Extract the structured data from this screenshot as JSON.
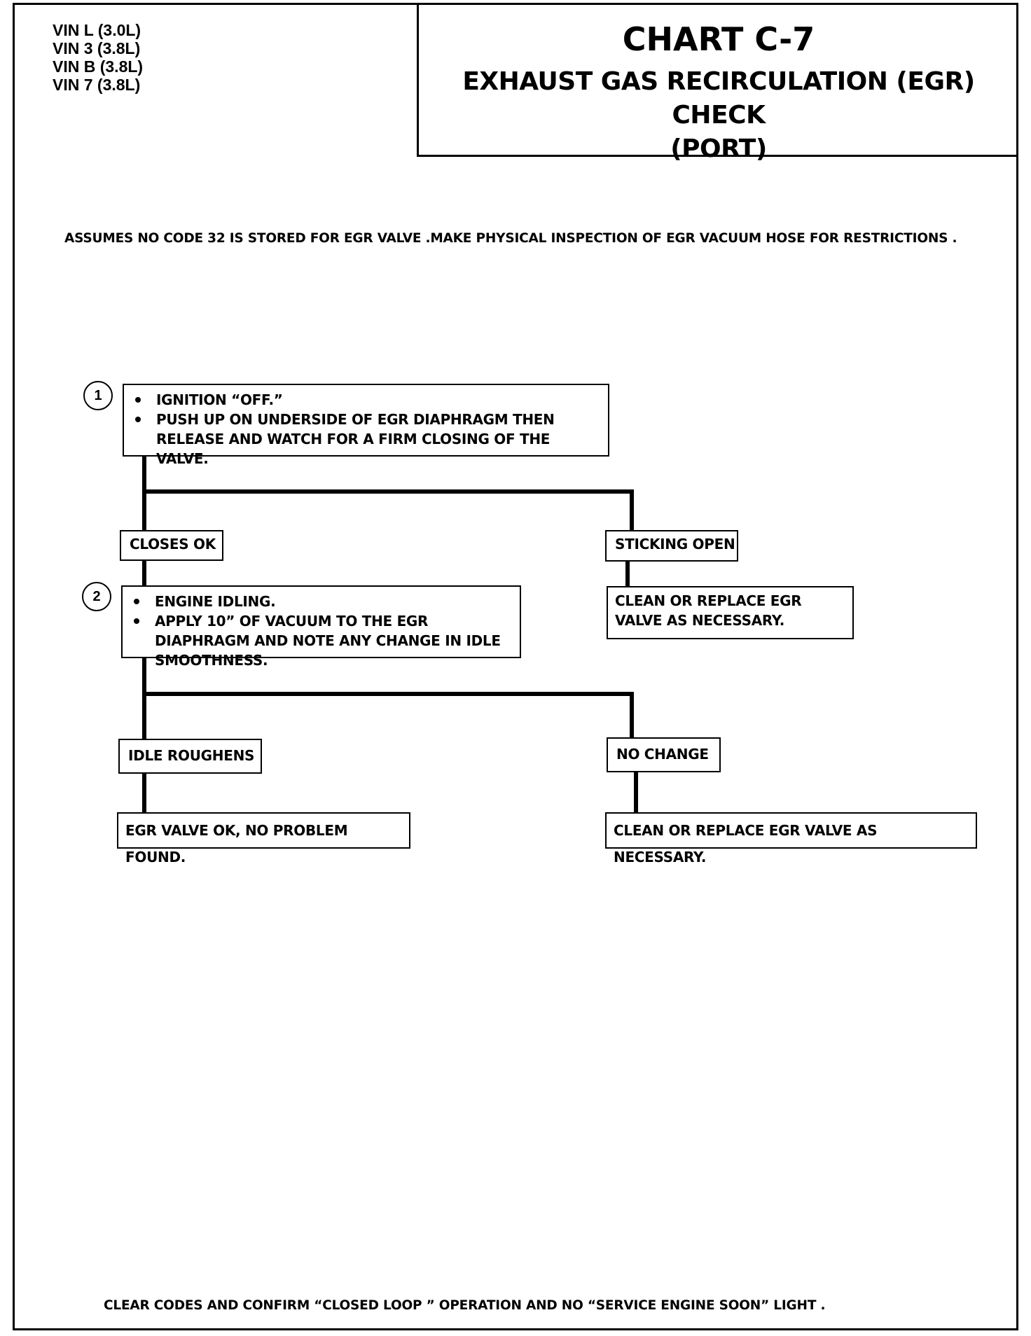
{
  "vin_list": [
    "VIN L (3.0L)",
    "VIN 3 (3.8L)",
    "VIN B (3.8L)",
    "VIN 7 (3.8L)"
  ],
  "title": {
    "chart": "CHART C-7",
    "subtitle_line1": "EXHAUST GAS RECIRCULATION (EGR) CHECK",
    "subtitle_line2": "(PORT)"
  },
  "note": "ASSUMES NO CODE 32 IS STORED FOR EGR VALVE .MAKE PHYSICAL INSPECTION OF EGR VACUUM HOSE FOR RESTRICTIONS .",
  "steps": [
    {
      "number": "1",
      "bullets": [
        "IGNITION “OFF.”",
        "PUSH UP ON UNDERSIDE OF EGR DIAPHRAGM THEN RELEASE AND WATCH FOR A FIRM CLOSING OF THE VALVE."
      ],
      "outcomes": {
        "left_label": "CLOSES OK",
        "right_label": "STICKING OPEN",
        "right_result": "CLEAN OR REPLACE EGR VALVE AS NECESSARY."
      }
    },
    {
      "number": "2",
      "bullets": [
        "ENGINE IDLING.",
        "APPLY 10” OF VACUUM TO THE EGR DIAPHRAGM AND NOTE ANY CHANGE IN IDLE SMOOTHNESS."
      ],
      "outcomes": {
        "left_label": "IDLE ROUGHENS",
        "left_result": "EGR VALVE OK, NO PROBLEM FOUND.",
        "right_label": "NO CHANGE",
        "right_result": "CLEAN OR REPLACE EGR VALVE  AS NECESSARY."
      }
    }
  ],
  "footer": "CLEAR CODES AND CONFIRM “CLOSED LOOP ” OPERATION AND NO “SERVICE ENGINE SOON” LIGHT ."
}
